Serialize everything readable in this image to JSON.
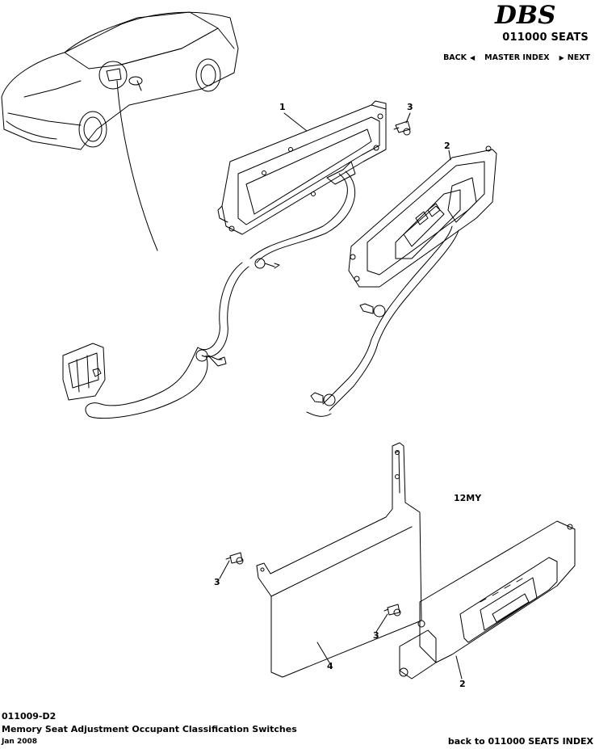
{
  "header": {
    "logo_text": "DBS",
    "section_title": "011000 SEATS",
    "nav": {
      "back_label": "BACK",
      "master_index_label": "MASTER INDEX",
      "next_label": "NEXT"
    }
  },
  "diagram": {
    "callouts": [
      {
        "id": "c1",
        "label": "1"
      },
      {
        "id": "c2",
        "label": "2"
      },
      {
        "id": "c3",
        "label": "3"
      },
      {
        "id": "c3b",
        "label": "3"
      },
      {
        "id": "c3c",
        "label": "3"
      },
      {
        "id": "c4",
        "label": "4"
      },
      {
        "id": "c2b",
        "label": "2"
      }
    ],
    "variant_label": "12MY"
  },
  "footer": {
    "code": "011009-D2",
    "title": "Memory Seat Adjustment Occupant Classification Switches",
    "date": "Jan 2008",
    "back_link": "back to 011000 SEATS INDEX"
  },
  "colors": {
    "line": "#000000",
    "background": "#ffffff"
  }
}
